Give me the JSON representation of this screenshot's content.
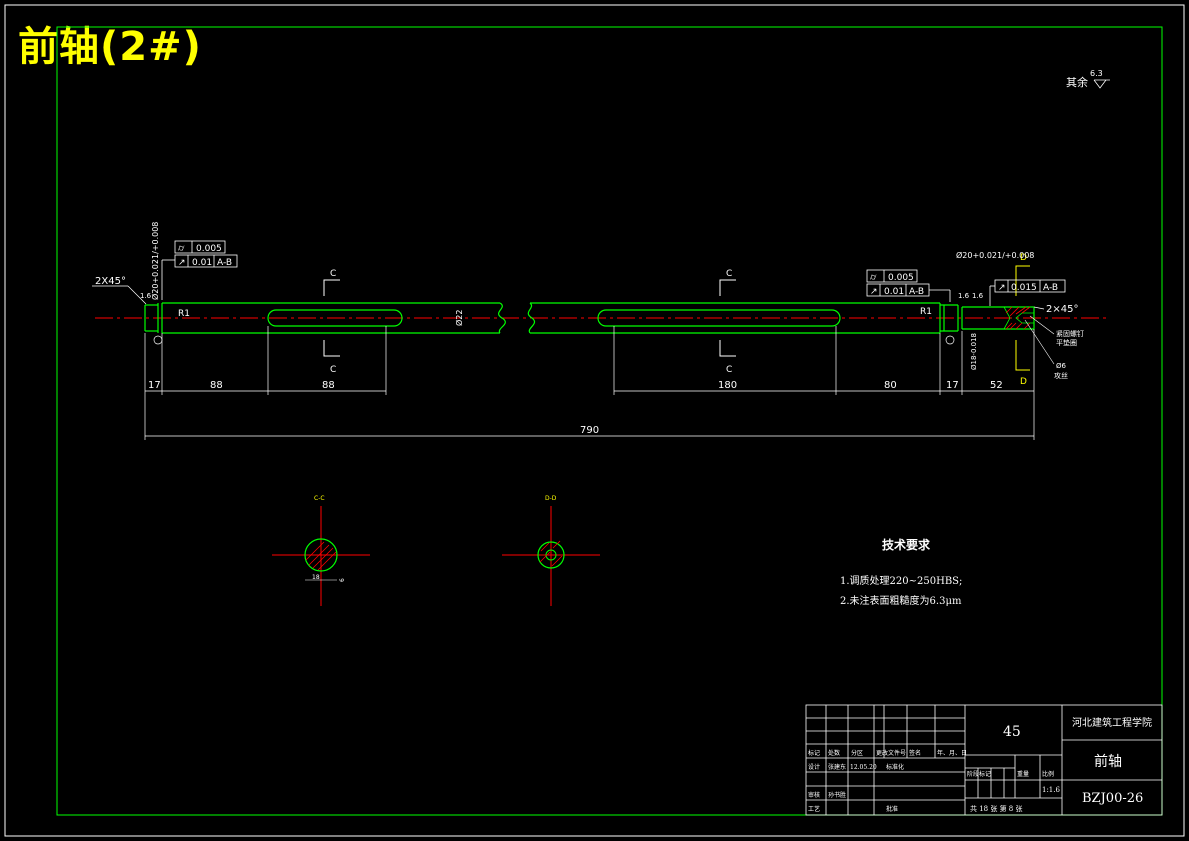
{
  "page_title": "前轴(2#)",
  "roughness_note": {
    "label": "其余",
    "value": "6.3"
  },
  "colors": {
    "outline": "#00ff00",
    "centerline": "#ff0000",
    "dimension": "#ffffff",
    "annotation": "#ffff00",
    "hatch": "#ff0000",
    "background": "#000000"
  },
  "dimensions": {
    "chamfer_left": "2X45°",
    "chamfer_right": "2×45°",
    "dia_left": "Ø20+0.021/+0.008",
    "dia_right": "Ø20+0.021/+0.008",
    "dia_mid": "Ø22",
    "dia_end": "Ø18-0.018",
    "radius": "R1",
    "roughness_16": "1.6",
    "hole_dia": "Ø6",
    "hole_note": "攻丝",
    "lengths": [
      "17",
      "88",
      "88",
      "180",
      "80",
      "17",
      "52"
    ],
    "total": "790"
  },
  "tolerances": {
    "left": [
      {
        "symbol": "⌭",
        "value": "0.005",
        "datum": ""
      },
      {
        "symbol": "↗",
        "value": "0.01",
        "datum": "A-B"
      }
    ],
    "right": [
      {
        "symbol": "⌭",
        "value": "0.005",
        "datum": ""
      },
      {
        "symbol": "↗",
        "value": "0.01",
        "datum": "A-B"
      }
    ],
    "end": {
      "symbol": "↗",
      "value": "0.015",
      "datum": "A-B"
    }
  },
  "section_markers": {
    "c": "C",
    "d": "D"
  },
  "section_views": [
    {
      "label": "C-C",
      "dims": [
        "6",
        "18"
      ]
    },
    {
      "label": "D-D",
      "dims": []
    }
  ],
  "side_notes": [
    "紧固螺钉",
    "平垫圈"
  ],
  "tech_requirements": {
    "heading": "技术要求",
    "items": [
      "1.调质处理220~250HBS;",
      "2.未注表面粗糙度为6.3μm"
    ]
  },
  "title_block": {
    "material": "45",
    "school": "河北建筑工程学院",
    "part_name": "前轴",
    "drawing_no": "BZJ00-26",
    "scale": "1:1.6",
    "sheets": "共 18 张 第 8 张",
    "header_row": [
      "标记",
      "处数",
      "分区",
      "更改文件号",
      "签名",
      "年、月、日"
    ],
    "design_row": [
      "设计",
      "张建东",
      "12.05.20",
      "标准化"
    ],
    "check_row": [
      "审核",
      "孙书胜"
    ],
    "process_row": [
      "工艺",
      "批准"
    ],
    "stage_row": [
      "阶段标记",
      "重量",
      "比例"
    ]
  }
}
